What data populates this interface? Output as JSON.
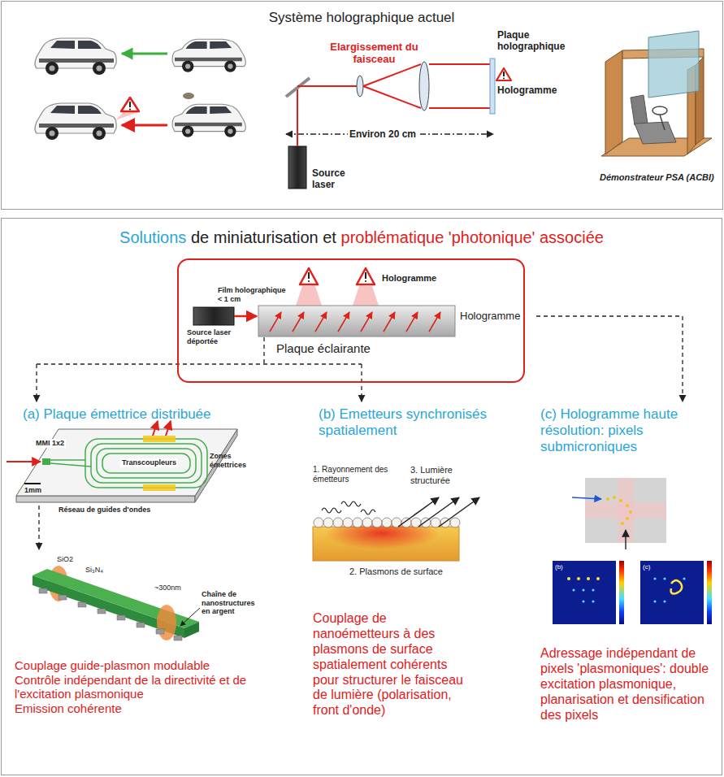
{
  "diagram": {
    "nodes": [
      {
        "text": [
          "Système holographique actuel"
        ]
      },
      {
        "text": [
          "Solutions",
          "de miniaturisation et",
          "problématique 'photonique' associée"
        ]
      },
      {
        "text": [
          "Hologramme",
          "Film holographique < 1 cm",
          "Source laser déportée",
          "Hologramme",
          "Plaque éclairante"
        ],
        "in": 1
      }
    ],
    "labels": [
      "Elargissement du faisceau",
      "Plaque holographique",
      "Hologramme",
      "Environ 20 cm",
      "Source laser",
      "Démonstrateur PSA (ACBI)",
      "(a) Plaque émettrice distribuée",
      "(b) Emetteurs synchronisés spatialement",
      "(c) Hologramme haute résolution: pixels submicroniques",
      "MMI 1x2",
      "Transcoupleurs",
      "Zones émettrices",
      "1mm",
      "Réseau de guides d'ondes",
      "SiO2",
      "Si₃N₄",
      "~300nm",
      "Chaîne de nanostructures en argent",
      "1. Rayonnement des émetteurs",
      "3. Lumière structurée",
      "2. Plasmons de surface",
      "Couplage guide-plasmon modulable",
      "Contrôle indépendant de la directivité et de l'excitation plasmonique",
      "Emission cohérente",
      "Couplage de nanoémetteurs à des plasmons de surface spatialement cohérents pour structurer le faisceau de lumière (polarisation, front d'onde)",
      "Adressage indépendant de pixels 'plasmoniques': double excitation plasmonique, planarisation et densification des pixels",
      "(b)",
      "(c)"
    ]
  }
}
